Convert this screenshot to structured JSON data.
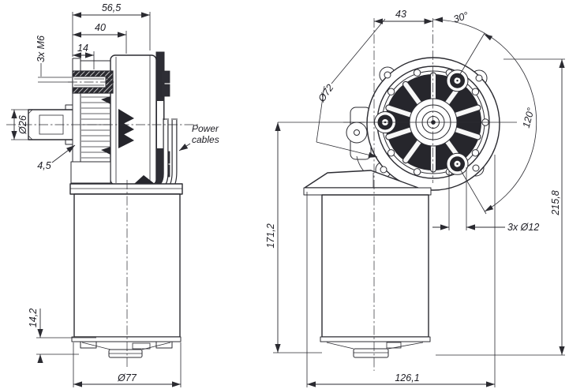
{
  "drawing": {
    "background": "#ffffff",
    "line_color": "#2b2b31",
    "dark_fill": "#26262c",
    "side_view": {
      "dim_depth_total": "56,5",
      "dim_depth_gear": "40",
      "dim_hole_offset": "14",
      "label_thread": "3x M6",
      "dim_shaft_dia": "Ø26",
      "dim_shoulder": "4,5",
      "label_cables_line1": "Power",
      "label_cables_line2": "cables",
      "dim_cap_height": "14,2",
      "dim_motor_dia": "Ø77"
    },
    "front_view": {
      "dim_center_offset": "43",
      "dim_angle_boss": "30°",
      "dim_gear_dia": "Ø72",
      "dim_angle_spacing": "120°",
      "dim_mount_holes": "3x Ø12",
      "dim_total_height": "215,8",
      "dim_motor_height": "171,2",
      "dim_total_width": "126,1"
    }
  }
}
